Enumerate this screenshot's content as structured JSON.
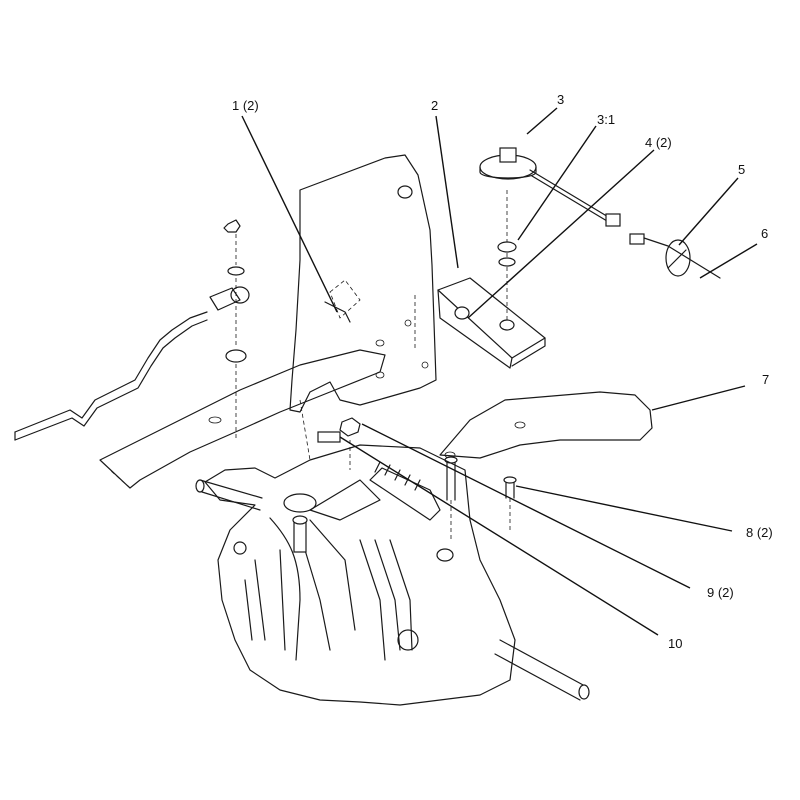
{
  "callouts": [
    {
      "id": "1",
      "text": "1 (2)"
    },
    {
      "id": "2",
      "text": "2"
    },
    {
      "id": "3",
      "text": "3"
    },
    {
      "id": "3-1",
      "text": "3:1"
    },
    {
      "id": "4",
      "text": "4 (2)"
    },
    {
      "id": "5",
      "text": "5"
    },
    {
      "id": "6",
      "text": "6"
    },
    {
      "id": "7",
      "text": "7"
    },
    {
      "id": "8",
      "text": "8 (2)"
    },
    {
      "id": "9",
      "text": "9 (2)"
    },
    {
      "id": "10",
      "text": "10"
    }
  ]
}
